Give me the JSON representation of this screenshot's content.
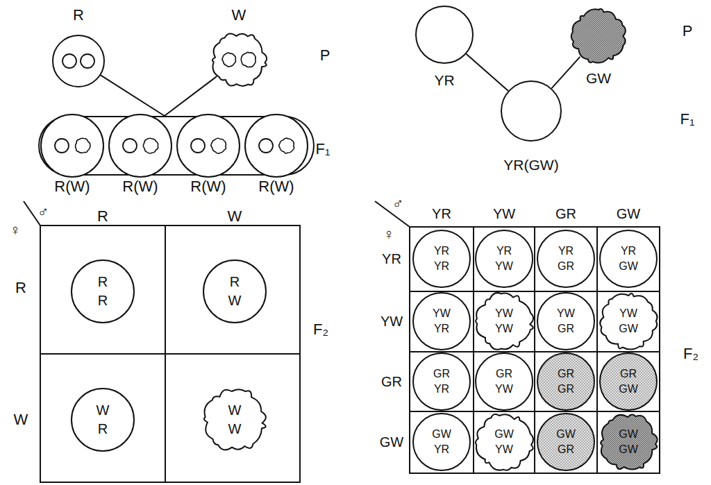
{
  "diagram": {
    "nodes": [
      {
        "text": [
          "R"
        ]
      },
      {
        "text": [
          "W"
        ]
      },
      {
        "text": []
      },
      {
        "text": [
          "R(W)"
        ],
        "in": 2
      },
      {
        "text": [
          "R(W)"
        ],
        "in": 2
      },
      {
        "text": [
          "R(W)"
        ],
        "in": 2
      },
      {
        "text": [
          "R(W)"
        ],
        "in": 2
      },
      {
        "text": [
          "R",
          "R"
        ]
      },
      {
        "text": [
          "R",
          "W"
        ]
      },
      {
        "text": [
          "W",
          "R"
        ]
      },
      {
        "text": [
          "W",
          "W"
        ]
      },
      {
        "text": [
          "YR"
        ]
      },
      {
        "text": [
          "GW"
        ]
      },
      {
        "text": [
          "YR(GW)"
        ]
      },
      {
        "text": [
          "YR",
          "YR"
        ]
      },
      {
        "text": [
          "YR",
          "YW"
        ]
      },
      {
        "text": [
          "YR",
          "GR"
        ]
      },
      {
        "text": [
          "YR",
          "GW"
        ]
      },
      {
        "text": [
          "YW",
          "YR"
        ]
      },
      {
        "text": [
          "YW",
          "YW"
        ]
      },
      {
        "text": [
          "YW",
          "GR"
        ]
      },
      {
        "text": [
          "YW",
          "GW"
        ]
      },
      {
        "text": [
          "GR",
          "YR"
        ]
      },
      {
        "text": [
          "GR",
          "YW"
        ]
      },
      {
        "text": [
          "GR",
          "GR"
        ]
      },
      {
        "text": [
          "GR",
          "GW"
        ]
      },
      {
        "text": [
          "GW",
          "YR"
        ]
      },
      {
        "text": [
          "GW",
          "YW"
        ]
      },
      {
        "text": [
          "GW",
          "GR"
        ]
      },
      {
        "text": [
          "GW",
          "GW"
        ]
      }
    ],
    "edges": [
      {
        "from": 0,
        "to": 2,
        "arrow": "none"
      },
      {
        "from": 1,
        "to": 2,
        "arrow": "none"
      },
      {
        "from": 11,
        "to": 13,
        "arrow": "none"
      },
      {
        "from": 12,
        "to": 13,
        "arrow": "none"
      }
    ],
    "labels": [
      "P",
      "F₁",
      "♂",
      "♀",
      "R",
      "W",
      "R",
      "W",
      "F₂",
      "P",
      "F₁",
      "♂",
      "♀",
      "YR",
      "YW",
      "GR",
      "GW",
      "YR",
      "YW",
      "GR",
      "GW",
      "F₂"
    ]
  }
}
